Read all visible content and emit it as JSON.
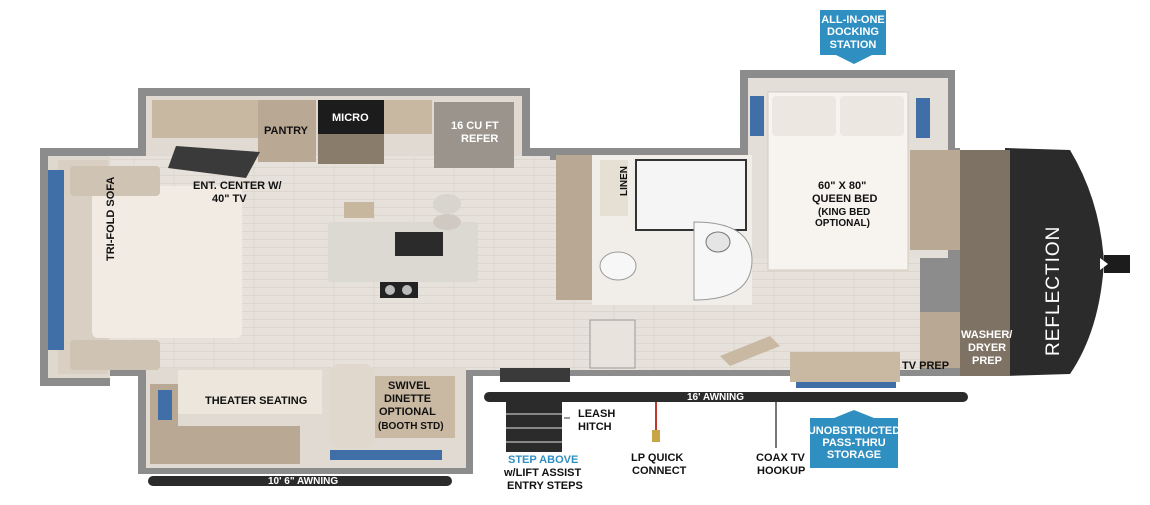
{
  "brand": {
    "logo_text": "REFLECTION"
  },
  "rooms": {
    "pantry": "PANTRY",
    "micro": "MICRO",
    "refer_line1": "16 CU FT",
    "refer_line2": "REFER",
    "ent_center_line1": "ENT. CENTER w/",
    "ent_center_line2": "40\" TV",
    "sofa": "TRI-FOLD SOFA",
    "theater": "THEATER SEATING",
    "dinette_line1": "SWIVEL",
    "dinette_line2": "DINETTE",
    "dinette_line3": "OPTIONAL",
    "dinette_line4": "(BOOTH STD)",
    "linen": "LINEN",
    "bed_line1": "60\" x 80\"",
    "bed_line2": "QUEEN BED",
    "bed_line3": "(KING BED",
    "bed_line4": "OPTIONAL)",
    "washer_line1": "WASHER/",
    "washer_line2": "DRYER",
    "washer_line3": "PREP",
    "tv_prep": "TV PREP"
  },
  "awnings": {
    "rear": "10' 6\" AWNING",
    "front": "16' AWNING"
  },
  "features": {
    "leash_line1": "LEASH",
    "leash_line2": "HITCH",
    "lp_line1": "LP QUICK",
    "lp_line2": "CONNECT",
    "coax_line1": "COAX TV",
    "coax_line2": "HOOKUP",
    "step_line1": "STEP ABOVE",
    "step_line2": "w/LIFT ASSIST",
    "step_line3": "ENTRY STEPS"
  },
  "callouts": {
    "docking_line1": "ALL-IN-ONE",
    "docking_line2": "DOCKING",
    "docking_line3": "STATION",
    "storage_line1": "UNOBSTRUCTED",
    "storage_line2": "PASS-THRU",
    "storage_line3": "STORAGE"
  },
  "colors": {
    "wall": "#8a8a8a",
    "floor": "#e4dfd8",
    "cabinet": "#c9b9a3",
    "accent_blue": "#2f8fc0",
    "cap": "#2b2b2b"
  }
}
